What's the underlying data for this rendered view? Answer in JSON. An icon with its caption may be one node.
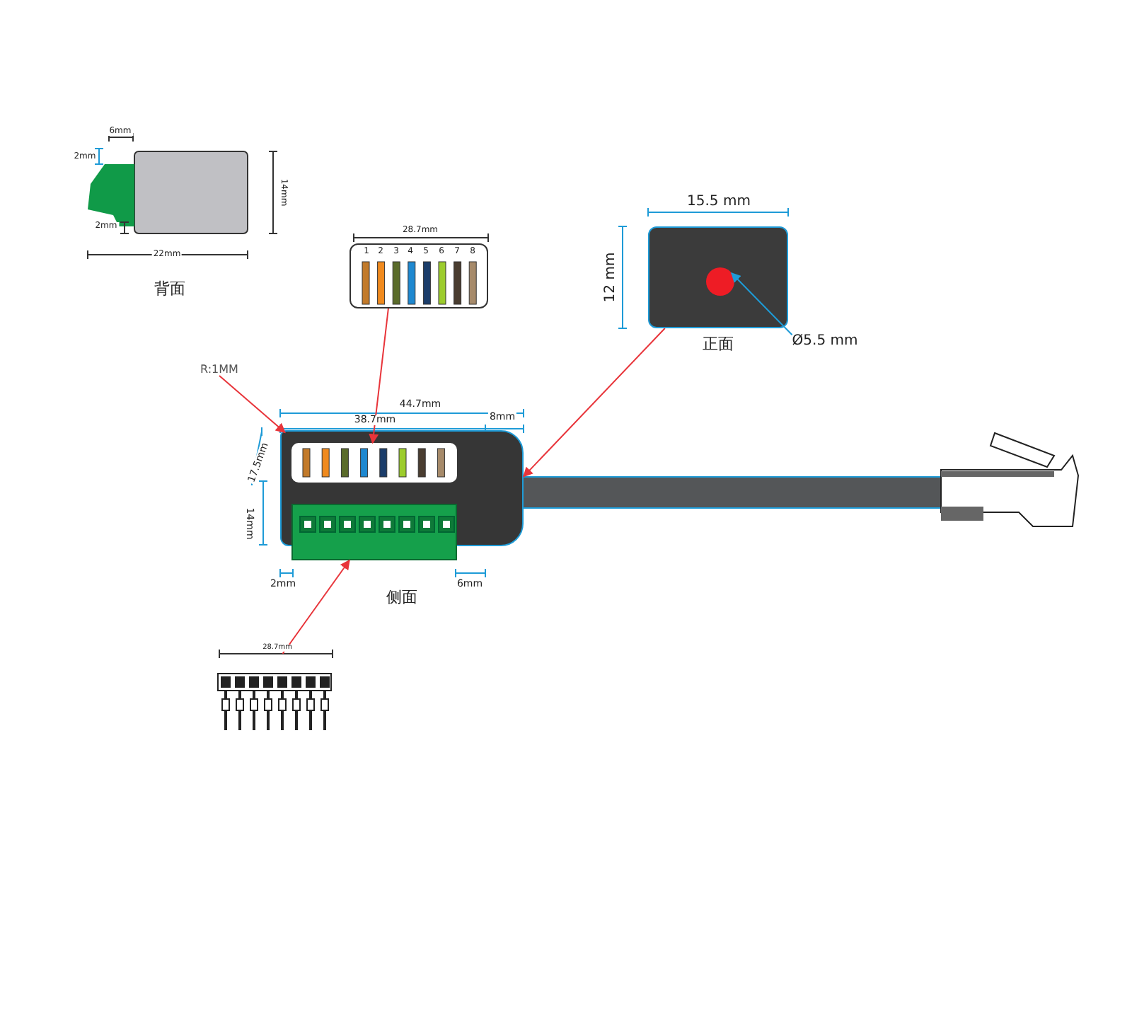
{
  "diagram": {
    "nodes": [
      {
        "text": [],
        "shape": "picture"
      },
      {
        "text": [],
        "shape": "box",
        "beside": [
          "正面"
        ]
      },
      {
        "text": [],
        "shape": "circle",
        "in": 1
      },
      {
        "text": [
          "Ø5.5 mm"
        ]
      },
      {
        "text": [
          "R:1MM"
        ]
      },
      {
        "text": [],
        "shape": "picture",
        "beside": [
          "侧面"
        ]
      },
      {
        "text": [],
        "shape": "box",
        "in": 5
      },
      {
        "text": [],
        "shape": "picture",
        "in": 5
      },
      {
        "text": [],
        "shape": "picture"
      }
    ],
    "edges": [
      {
        "from": 0,
        "to": 6,
        "arrow": "to"
      },
      {
        "from": 1,
        "to": 5,
        "arrow": "to"
      },
      {
        "from": 3,
        "to": 2,
        "arrow": "to",
        "color": "#1e9bd7"
      },
      {
        "from": 4,
        "to": 5,
        "arrow": "to"
      },
      {
        "from": 8,
        "to": 7,
        "arrow": "to"
      }
    ],
    "labels": [
      "6mm",
      "2mm",
      "2mm",
      "14mm",
      "22mm",
      "背面",
      "28.7mm",
      "1",
      "2",
      "3",
      "4",
      "5",
      "6",
      "7",
      "8",
      "15.5 mm",
      "12 mm",
      "44.7mm",
      "38.7mm",
      "8mm",
      "17.5mm",
      "14mm",
      "2mm",
      "6mm",
      "28.7mm"
    ]
  }
}
